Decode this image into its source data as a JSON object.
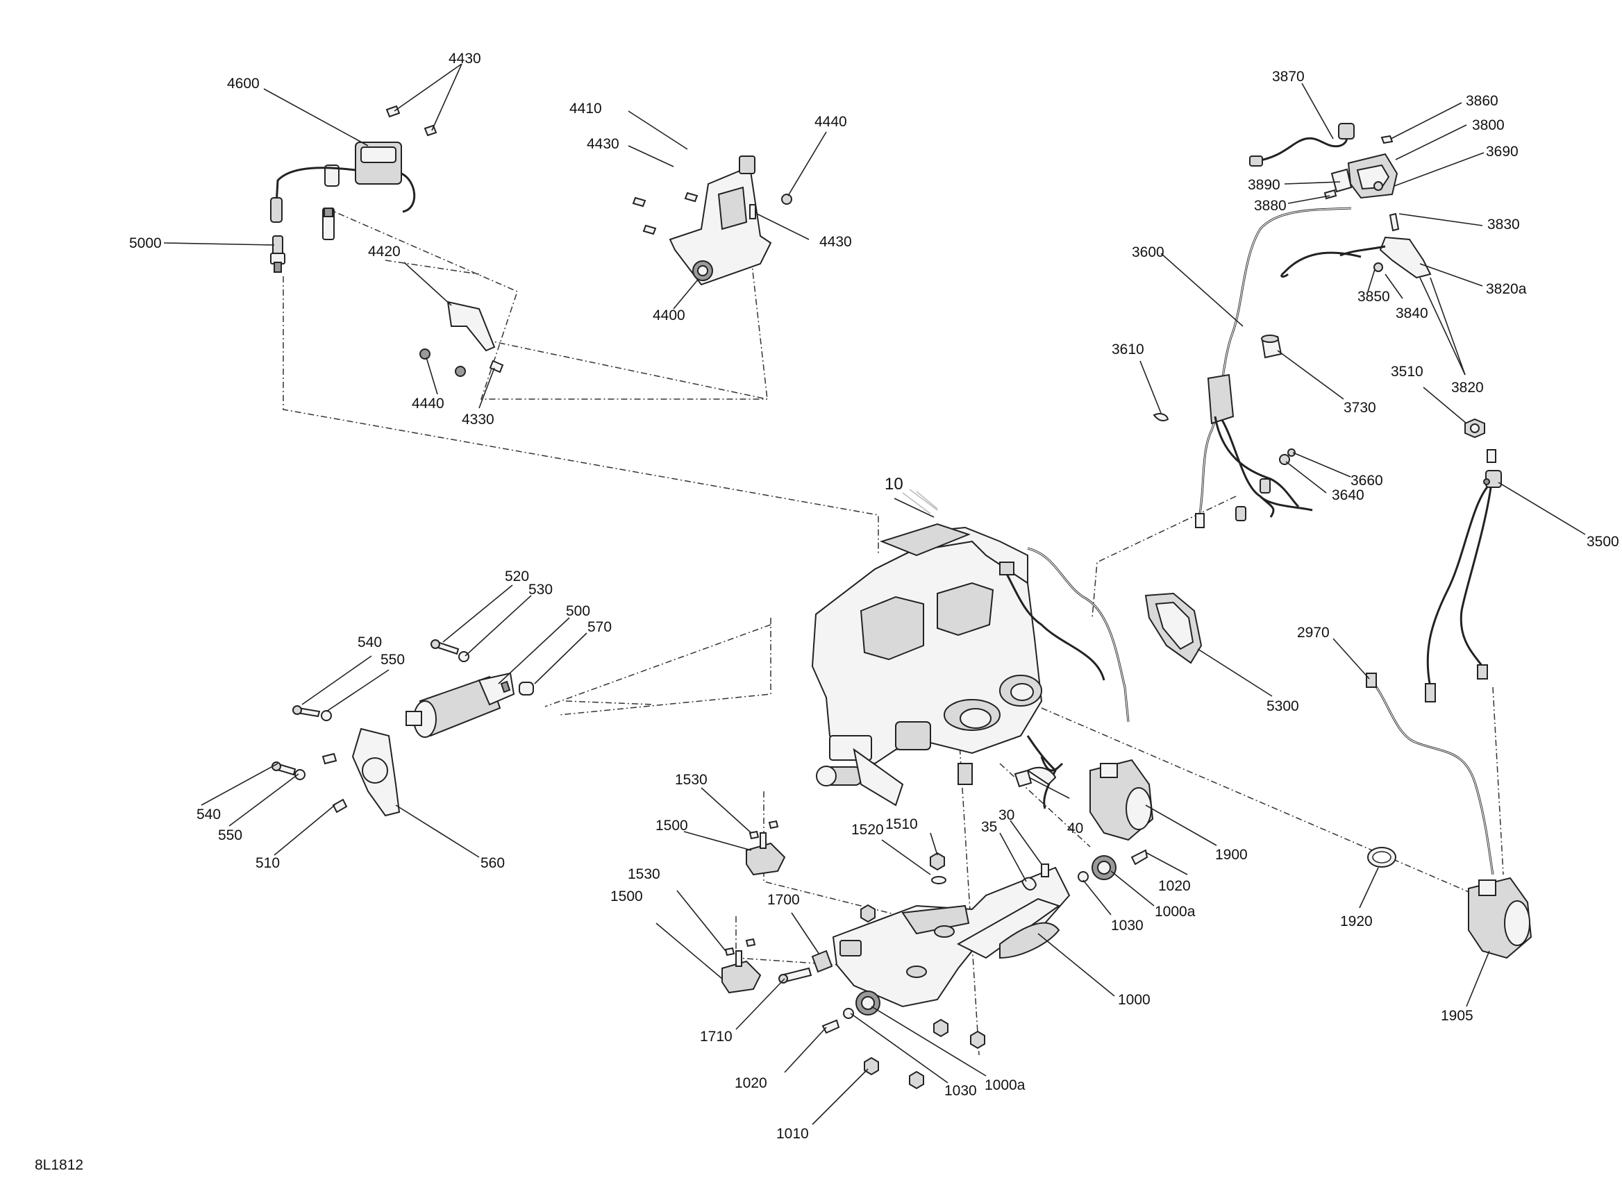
{
  "diagram_id": "8L1812",
  "callouts": {
    "c4430a": "4430",
    "c4600": "4600",
    "c5000": "5000",
    "c4420": "4420",
    "c4440a": "4440",
    "c4330": "4330",
    "c4410": "4410",
    "c4430b": "4430",
    "c4440b": "4440",
    "c4430c": "4430",
    "c4400": "4400",
    "c3870": "3870",
    "c3860": "3860",
    "c3800": "3800",
    "c3690": "3690",
    "c3890": "3890",
    "c3880": "3880",
    "c3830": "3830",
    "c3600": "3600",
    "c3850": "3850",
    "c3840": "3840",
    "c3820a": "3820a",
    "c3610": "3610",
    "c3730": "3730",
    "c3510": "3510",
    "c3820": "3820",
    "c3660": "3660",
    "c3640": "3640",
    "c3500": "3500",
    "c10": "10",
    "c520": "520",
    "c530": "530",
    "c500": "500",
    "c570": "570",
    "c540a": "540",
    "c550a": "550",
    "c540b": "540",
    "c550b": "550",
    "c510": "510",
    "c560": "560",
    "c5300": "5300",
    "c2970": "2970",
    "c1530a": "1530",
    "c1500a": "1500",
    "c1520": "1520",
    "c1510": "1510",
    "c30": "30",
    "c35": "35",
    "c40": "40",
    "c1900": "1900",
    "c1020a": "1020",
    "c1000a_a": "1000a",
    "c1030a": "1030",
    "c1920": "1920",
    "c1905": "1905",
    "c1530b": "1530",
    "c1500b": "1500",
    "c1700": "1700",
    "c1000": "1000",
    "c1710": "1710",
    "c1020b": "1020",
    "c1030b": "1030",
    "c1000a_b": "1000a",
    "c1010": "1010"
  }
}
